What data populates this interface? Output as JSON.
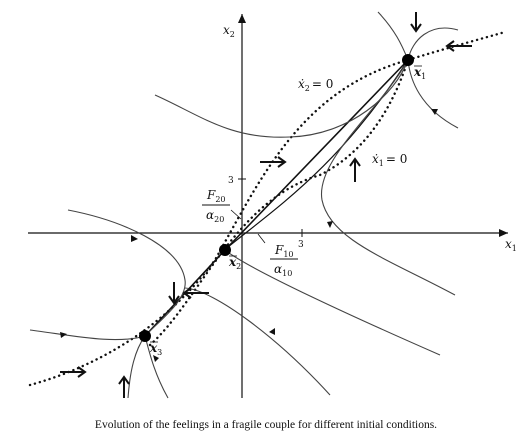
{
  "figure": {
    "caption": "Evolution of the feelings in a fragile couple for different initial conditions.",
    "axes": {
      "x_label_var": "x",
      "x_label_sub": "1",
      "y_label_var": "x",
      "y_label_sub": "2",
      "x_tick": "3",
      "y_tick": "3"
    },
    "isoclines": {
      "x2dot_label": "ẋ",
      "x2dot_sub": "2",
      "x2dot_rhs": "= 0",
      "x1dot_label": "ẋ",
      "x1dot_sub": "1",
      "x1dot_rhs": "= 0"
    },
    "intercepts": {
      "f20_num": "F",
      "f20_num_sub": "20",
      "f20_den": "α",
      "f20_den_sub": "20",
      "f10_num": "F",
      "f10_num_sub": "10",
      "f10_den": "α",
      "f10_den_sub": "10"
    },
    "equilibria": [
      {
        "var": "x",
        "sub": "1"
      },
      {
        "var": "x",
        "sub": "2"
      },
      {
        "var": "x",
        "sub": "3"
      }
    ],
    "colors": {
      "ink": "#111111",
      "trajectory": "#333333",
      "background": "#ffffff"
    }
  }
}
